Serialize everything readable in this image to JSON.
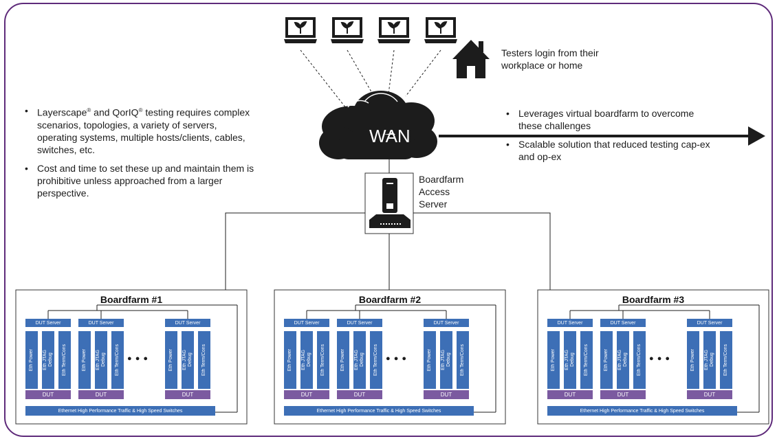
{
  "wan": {
    "label": "WAN"
  },
  "testers": {
    "caption_line1": "Testers login from their",
    "caption_line2": "workplace or home"
  },
  "left_bullets": [
    {
      "line1": "Layerscape",
      "line1_mark": "®",
      "line1_mid": " and QorIQ",
      "line1_mark2": "®",
      "line1_rest": " testing requires",
      "rest": "complex scenarios, topologies, a variety of servers, operating systems, multiple hosts/clients, cables, switches, etc."
    },
    {
      "text": "Cost and time to set these up and maintain them is prohibitive unless approached from a larger perspective."
    }
  ],
  "right_bullets": [
    "Leverages virtual boardfarm to overcome these challenges",
    "Scalable solution that reduced testing cap-ex and op-ex"
  ],
  "access_server": {
    "label_line1": "Boardfarm",
    "label_line2": "Access",
    "label_line3": "Server"
  },
  "boardfarm_block": {
    "dut_server": "DUT Server",
    "eth_power": "Eth Power",
    "eth_jtag": "Eth JTAG\nDebug",
    "eth_term": "Eth Term/Cons",
    "dut": "DUT",
    "switch_bar": "Ethernet High Performance Traffic & High Speed Switches",
    "ellipsis": "● ● ●"
  },
  "boardfarms": [
    {
      "title": "Boardfarm #1"
    },
    {
      "title": "Boardfarm #2"
    },
    {
      "title": "Boardfarm #3"
    }
  ],
  "colors": {
    "frame": "#5e2a7a",
    "block_blue": "#3d6fb6",
    "dut_purple": "#7b5aa0",
    "icon_dark": "#1c1c1c"
  }
}
